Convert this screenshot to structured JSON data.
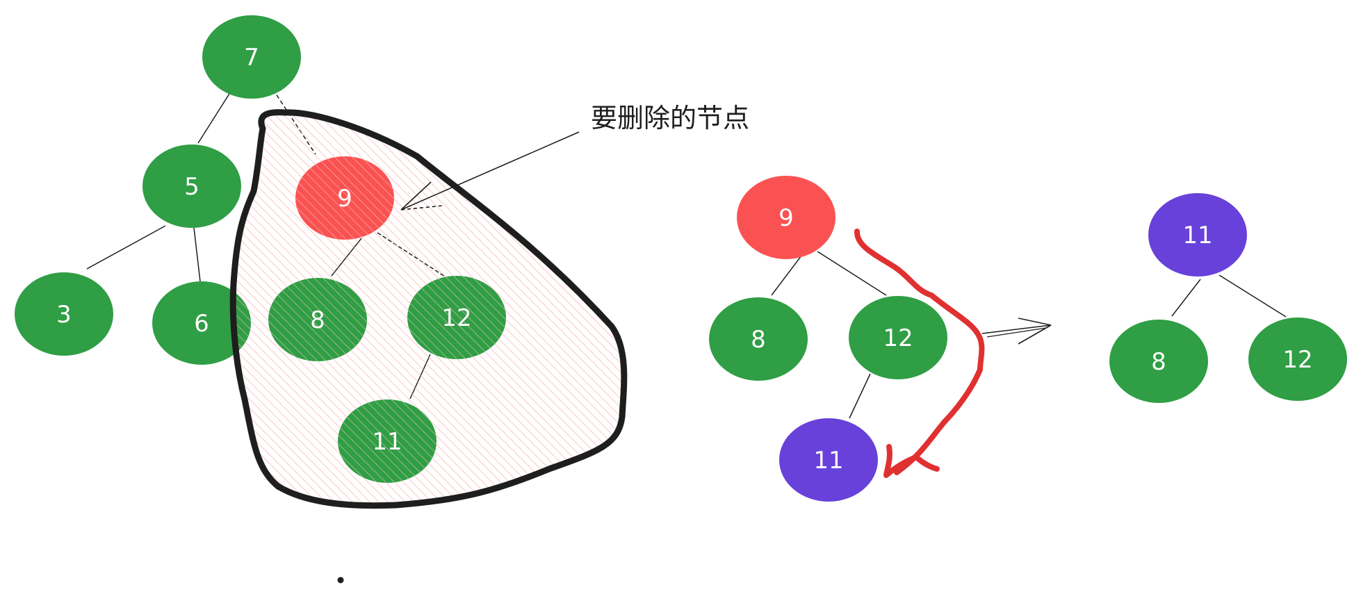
{
  "colors": {
    "green": "#2f9e44",
    "red": "#fa5252",
    "purple": "#6741d9",
    "ink": "#1e1e1e",
    "arrow_red": "#e03131",
    "hatch": "#ffc9c9",
    "background": "#ffffff"
  },
  "annotation": {
    "label": "要删除的节点"
  },
  "original_tree": {
    "nodes": [
      {
        "id": "n7",
        "label": "7",
        "color": "green"
      },
      {
        "id": "n5",
        "label": "5",
        "color": "green"
      },
      {
        "id": "n3",
        "label": "3",
        "color": "green"
      },
      {
        "id": "n6",
        "label": "6",
        "color": "green"
      },
      {
        "id": "n9",
        "label": "9",
        "color": "red"
      },
      {
        "id": "n8",
        "label": "8",
        "color": "green"
      },
      {
        "id": "n12",
        "label": "12",
        "color": "green"
      },
      {
        "id": "n11",
        "label": "11",
        "color": "green"
      }
    ],
    "edges": [
      [
        "n7",
        "n5"
      ],
      [
        "n7",
        "n9"
      ],
      [
        "n5",
        "n3"
      ],
      [
        "n5",
        "n6"
      ],
      [
        "n9",
        "n8"
      ],
      [
        "n9",
        "n12"
      ],
      [
        "n12",
        "n11"
      ]
    ]
  },
  "subtree_before": {
    "nodes": [
      {
        "id": "b9",
        "label": "9",
        "color": "red"
      },
      {
        "id": "b8",
        "label": "8",
        "color": "green"
      },
      {
        "id": "b12",
        "label": "12",
        "color": "green"
      },
      {
        "id": "b11",
        "label": "11",
        "color": "purple"
      }
    ],
    "edges": [
      [
        "b9",
        "b8"
      ],
      [
        "b9",
        "b12"
      ],
      [
        "b12",
        "b11"
      ]
    ]
  },
  "subtree_after": {
    "nodes": [
      {
        "id": "a11",
        "label": "11",
        "color": "purple"
      },
      {
        "id": "a8",
        "label": "8",
        "color": "green"
      },
      {
        "id": "a12",
        "label": "12",
        "color": "green"
      }
    ],
    "edges": [
      [
        "a11",
        "a8"
      ],
      [
        "a11",
        "a12"
      ]
    ]
  }
}
